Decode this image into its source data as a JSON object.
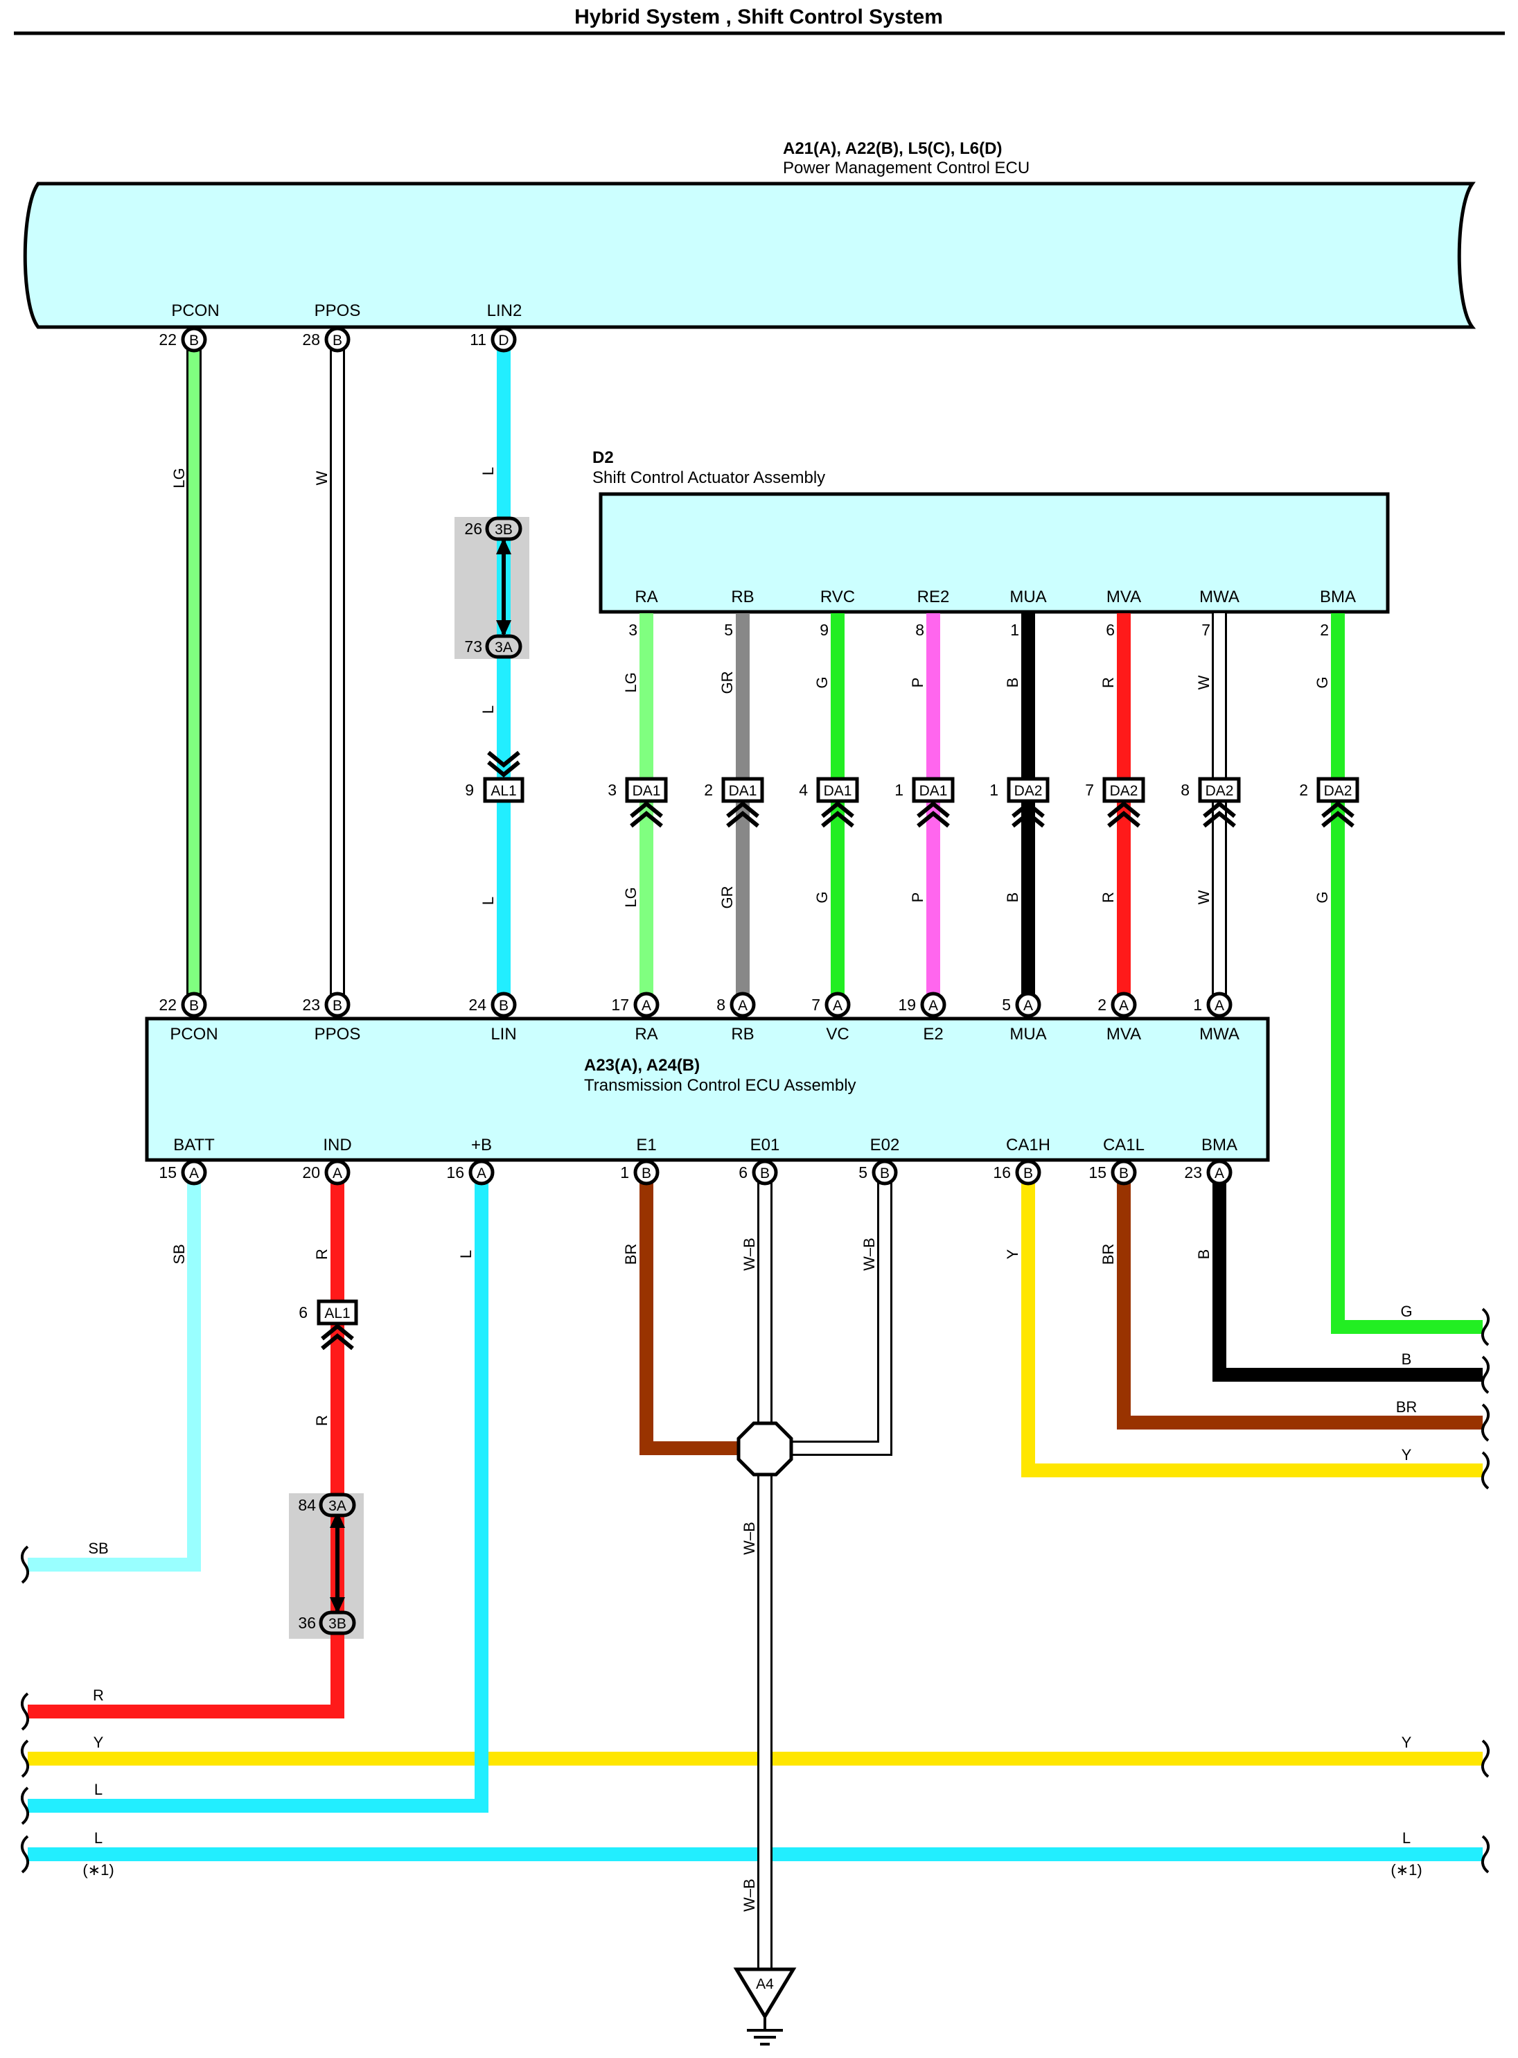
{
  "title": "Hybrid System , Shift Control System",
  "colors": {
    "ecu_fill": "#ccffff",
    "LG": "#80ff80",
    "W": "#ffffff",
    "L": "#22eeff",
    "GR": "#888888",
    "G": "#22ee22",
    "P": "#ff66ee",
    "B": "#000000",
    "R": "#ff1a1a",
    "SB": "#99ffff",
    "BR": "#993300",
    "Y": "#ffe600",
    "junction_gray": "#d0d0d0"
  },
  "pm_ecu": {
    "codes": "A21(A), A22(B), L5(C), L6(D)",
    "name": "Power Management Control ECU",
    "terminals": [
      {
        "label": "PCON",
        "pin": "22",
        "conn": "B"
      },
      {
        "label": "PPOS",
        "pin": "28",
        "conn": "B"
      },
      {
        "label": "LIN2",
        "pin": "11",
        "conn": "D"
      }
    ]
  },
  "actuator": {
    "code": "D2",
    "name": "Shift Control Actuator Assembly",
    "terminals": [
      {
        "label": "RA",
        "pin": "3"
      },
      {
        "label": "RB",
        "pin": "5"
      },
      {
        "label": "RVC",
        "pin": "9"
      },
      {
        "label": "RE2",
        "pin": "8"
      },
      {
        "label": "MUA",
        "pin": "1"
      },
      {
        "label": "MVA",
        "pin": "6"
      },
      {
        "label": "MWA",
        "pin": "7"
      },
      {
        "label": "BMA",
        "pin": "2"
      }
    ]
  },
  "tc_ecu": {
    "codes": "A23(A), A24(B)",
    "name": "Transmission Control ECU Assembly",
    "top_terminals": [
      {
        "label": "PCON",
        "pin": "22",
        "conn": "B"
      },
      {
        "label": "PPOS",
        "pin": "23",
        "conn": "B"
      },
      {
        "label": "LIN",
        "pin": "24",
        "conn": "B"
      },
      {
        "label": "RA",
        "pin": "17",
        "conn": "A"
      },
      {
        "label": "RB",
        "pin": "8",
        "conn": "A"
      },
      {
        "label": "VC",
        "pin": "7",
        "conn": "A"
      },
      {
        "label": "E2",
        "pin": "19",
        "conn": "A"
      },
      {
        "label": "MUA",
        "pin": "5",
        "conn": "A"
      },
      {
        "label": "MVA",
        "pin": "2",
        "conn": "A"
      },
      {
        "label": "MWA",
        "pin": "1",
        "conn": "A"
      }
    ],
    "bottom_terminals": [
      {
        "label": "BATT",
        "pin": "15",
        "conn": "A"
      },
      {
        "label": "IND",
        "pin": "20",
        "conn": "A"
      },
      {
        "label": "+B",
        "pin": "16",
        "conn": "A"
      },
      {
        "label": "E1",
        "pin": "1",
        "conn": "B"
      },
      {
        "label": "E01",
        "pin": "6",
        "conn": "B"
      },
      {
        "label": "E02",
        "pin": "5",
        "conn": "B"
      },
      {
        "label": "CA1H",
        "pin": "16",
        "conn": "B"
      },
      {
        "label": "CA1L",
        "pin": "15",
        "conn": "B"
      },
      {
        "label": "BMA",
        "pin": "23",
        "conn": "A"
      }
    ]
  },
  "wire_colors": {
    "pcon": "LG",
    "ppos": "W",
    "lin": "L",
    "ra": "LG",
    "rb": "GR",
    "rvc": "G",
    "re2": "P",
    "mua": "B",
    "mva": "R",
    "mwa": "W",
    "bma": "G",
    "batt": "SB",
    "ind": "R",
    "plusb": "L",
    "e1": "BR",
    "e01": "W–B",
    "e02": "W–B",
    "ca1h": "Y",
    "ca1l": "BR",
    "bma2": "B",
    "ground": "W–B"
  },
  "connectors": {
    "al1_top": {
      "pin": "9",
      "label": "AL1"
    },
    "da": [
      {
        "pin": "3",
        "label": "DA1"
      },
      {
        "pin": "2",
        "label": "DA1"
      },
      {
        "pin": "4",
        "label": "DA1"
      },
      {
        "pin": "1",
        "label": "DA1"
      },
      {
        "pin": "1",
        "label": "DA2"
      },
      {
        "pin": "7",
        "label": "DA2"
      },
      {
        "pin": "8",
        "label": "DA2"
      },
      {
        "pin": "2",
        "label": "DA2"
      }
    ],
    "al1_ind": {
      "pin": "6",
      "label": "AL1"
    }
  },
  "junctions": {
    "lin_top": {
      "pin": "26",
      "label": "3B"
    },
    "lin_bottom": {
      "pin": "73",
      "label": "3A"
    },
    "ind_top": {
      "pin": "84",
      "label": "3A"
    },
    "ind_bottom": {
      "pin": "36",
      "label": "3B"
    }
  },
  "right_wires": [
    "G",
    "B",
    "BR",
    "Y"
  ],
  "bottom_wires": {
    "sb": "SB",
    "r": "R",
    "y_left": "Y",
    "y_right": "Y",
    "l1": "L",
    "l2_left": "L",
    "l2_right": "L",
    "note_left": "(∗1)",
    "note_right": "(∗1)"
  },
  "ground": {
    "label": "A4"
  }
}
